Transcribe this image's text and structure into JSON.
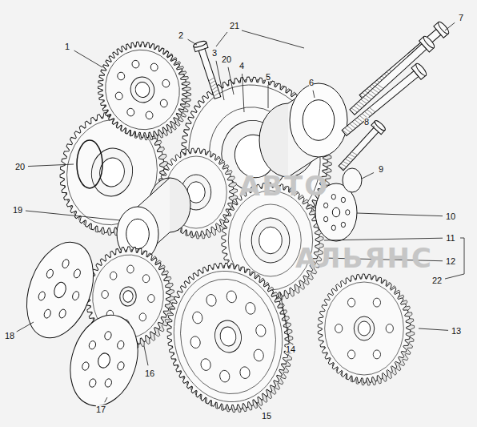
{
  "diagram": {
    "labels": [
      "1",
      "2",
      "3",
      "20",
      "4",
      "5",
      "21",
      "6",
      "7",
      "8",
      "9",
      "10",
      "11",
      "12",
      "22",
      "13",
      "14",
      "15",
      "16",
      "17",
      "18",
      "19",
      "20",
      "АВТО",
      "АЛЬЯНС"
    ]
  }
}
